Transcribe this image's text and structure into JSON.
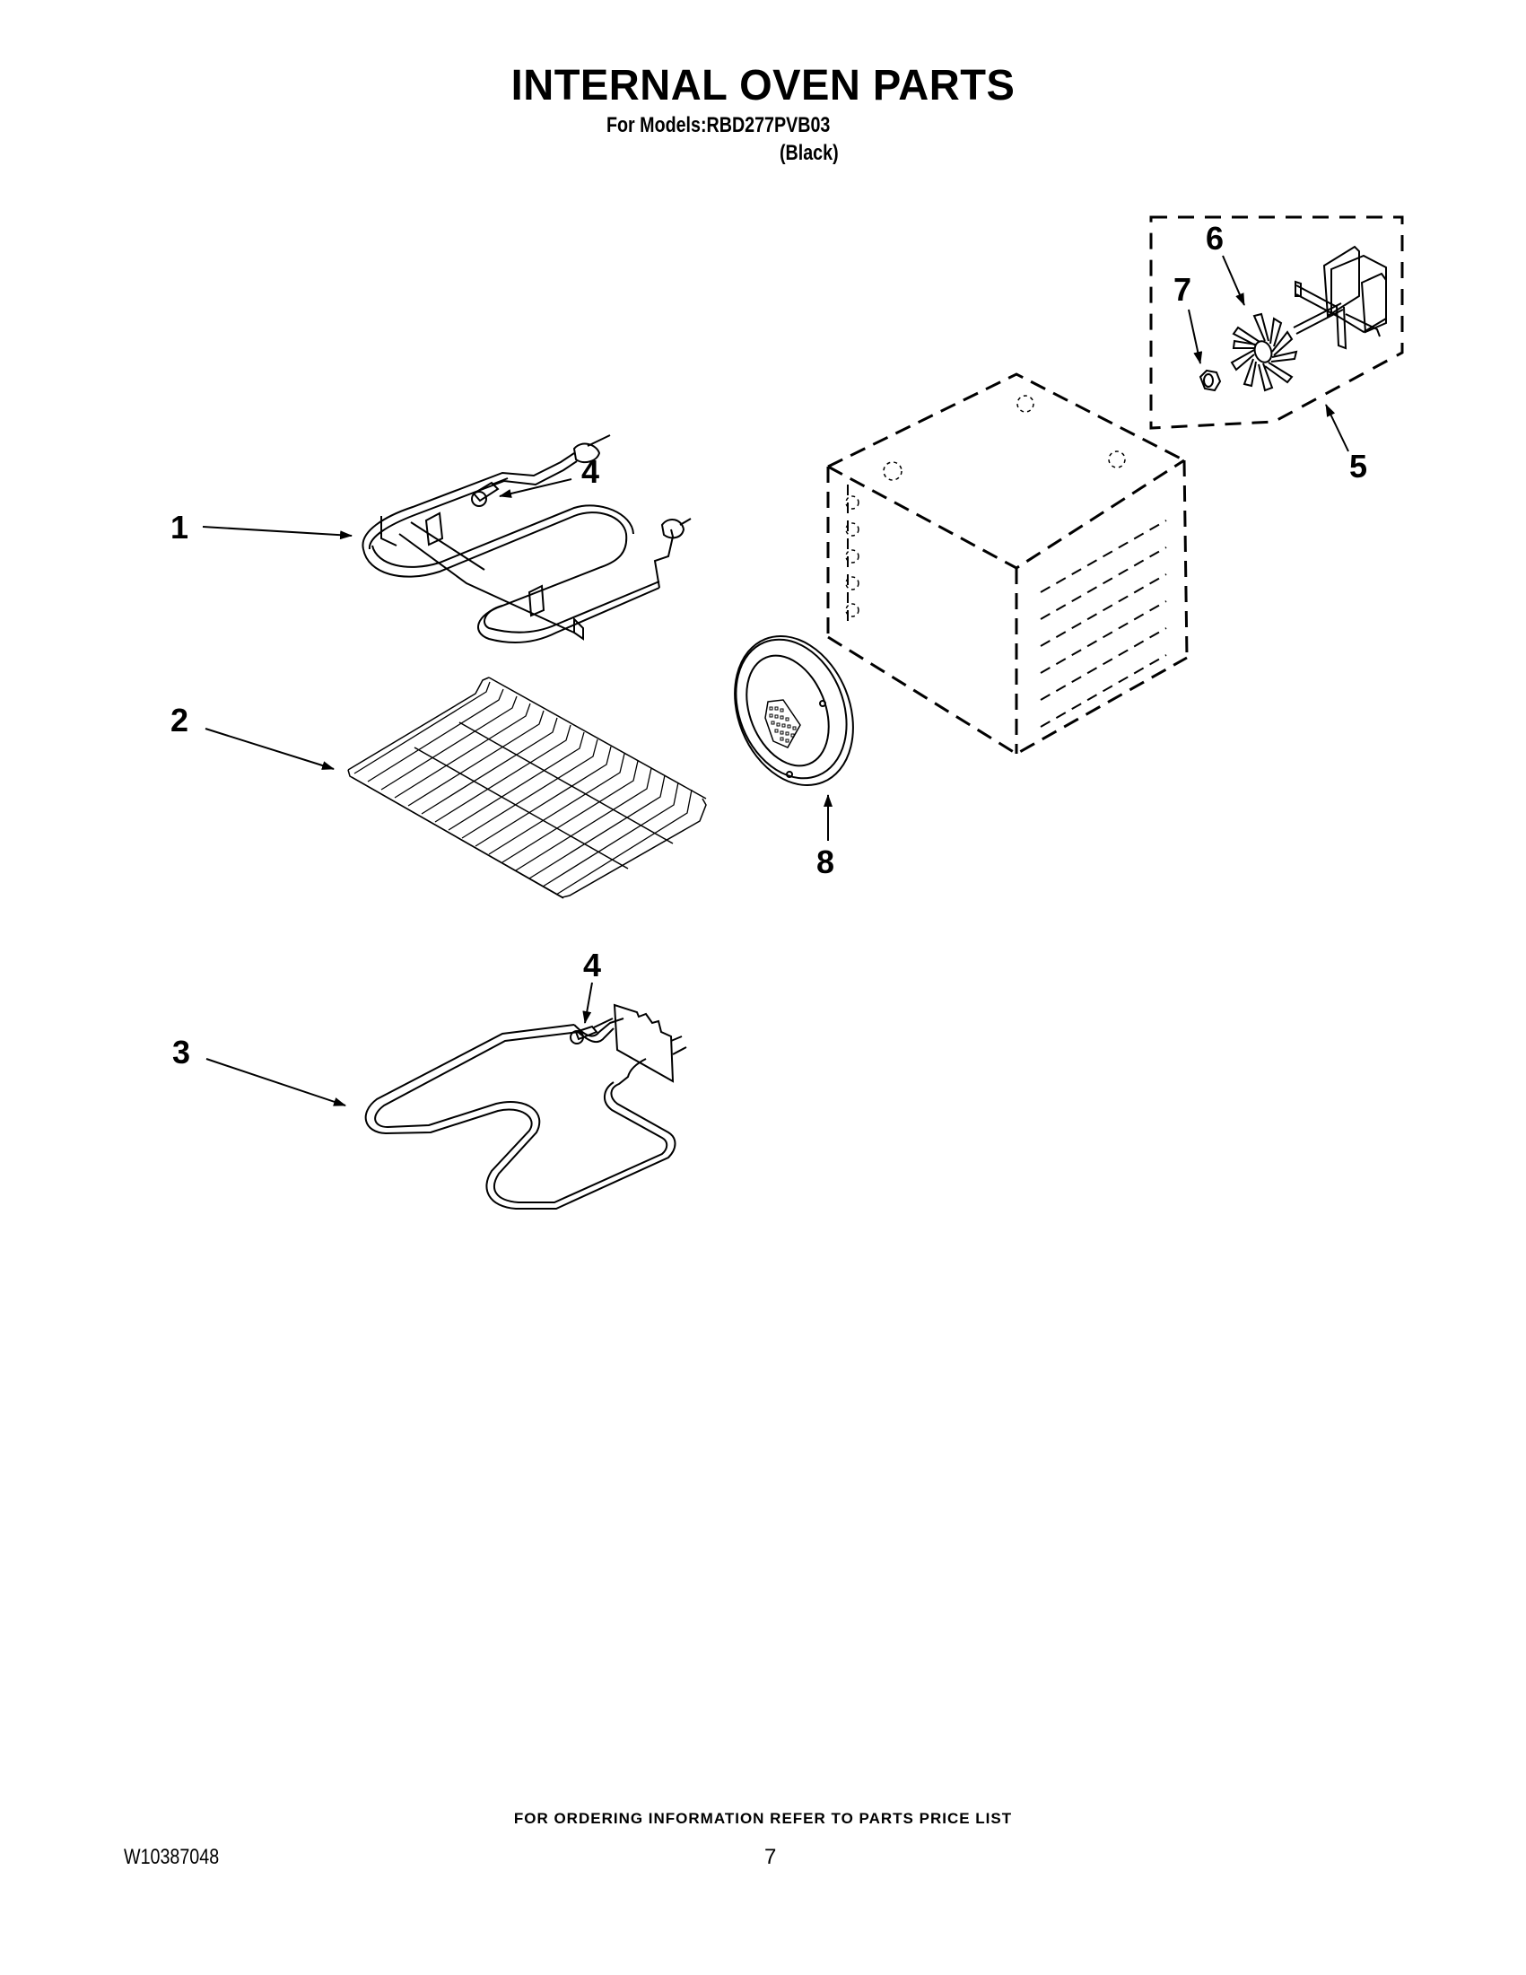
{
  "header": {
    "title": "INTERNAL OVEN PARTS",
    "models_line": "For Models:RBD277PVB03",
    "color_line": "(Black)"
  },
  "diagram": {
    "callouts": [
      {
        "number": "1",
        "part": "upper element (broil)"
      },
      {
        "number": "2",
        "part": "oven rack"
      },
      {
        "number": "3",
        "part": "lower element (bake)"
      },
      {
        "number": "4",
        "part": "screw (upper element)"
      },
      {
        "number": "4",
        "part": "screw (lower element)"
      },
      {
        "number": "5",
        "part": "convection fan assembly"
      },
      {
        "number": "6",
        "part": "fan blade"
      },
      {
        "number": "7",
        "part": "nut"
      },
      {
        "number": "8",
        "part": "fan baffle"
      }
    ],
    "icons": [
      "upper-element-icon",
      "oven-rack-icon",
      "bake-element-icon",
      "screw-icon",
      "fan-blade-icon",
      "nut-icon",
      "fan-motor-icon",
      "oven-cavity-icon",
      "fan-baffle-icon"
    ]
  },
  "footer": {
    "ordering_note": "FOR ORDERING INFORMATION REFER TO PARTS PRICE LIST",
    "doc_number": "W10387048",
    "page_number": "7"
  }
}
